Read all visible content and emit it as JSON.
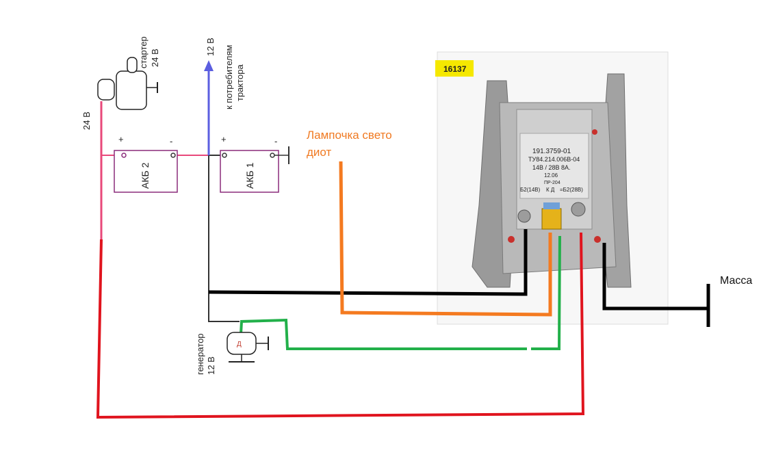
{
  "labels": {
    "starter": "стартер",
    "starter_voltage": "24 В",
    "consumers_voltage": "12 В",
    "consumers_line1": "к потребителям",
    "consumers_line2": "трактора",
    "left_voltage": "24 В",
    "bat2_plus": "+",
    "bat2_minus": "-",
    "bat2_name": "АКБ 2",
    "bat1_plus": "+",
    "bat1_minus": "-",
    "bat1_name": "АКБ 1",
    "lamp_line1": "Лампочка свето",
    "lamp_line2": "диот",
    "ground": "Масса",
    "generator": "генератор",
    "generator_voltage": "12 В",
    "generator_terminal": "Д"
  },
  "device": {
    "tag": "16137",
    "line1": "191.3759-01",
    "line2": "ТУ84.214.006В-04",
    "line3": "14В / 28В 8А.",
    "line4": "12.06",
    "line5": "ПР-204",
    "term_b2": "Б2(14В)",
    "term_kd": "К Д",
    "term_minus": "=Б2(28В)"
  },
  "colors": {
    "red_wire": "#e0141e",
    "pink_wire": "#e8487a",
    "black_wire": "#000000",
    "green_wire": "#22b04a",
    "orange_wire": "#f47a20",
    "blue_arrow": "#5b5ee0",
    "battery_frame": "#8a2a7a",
    "lamp_text": "#f07a22",
    "terminal_d": "#c0392b"
  }
}
